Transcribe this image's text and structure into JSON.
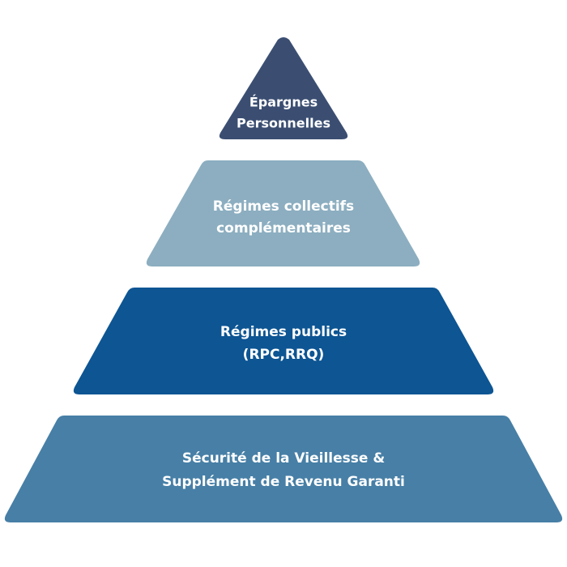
{
  "pyramid": {
    "tiers": [
      {
        "line1": "Épargnes",
        "line2": "Personnelles",
        "color": "#3b4e72"
      },
      {
        "line1": "Régimes collectifs",
        "line2": "complémentaires",
        "color": "#8caec0"
      },
      {
        "line1": "Régimes publics",
        "line2": "(RPC,RRQ)",
        "color": "#0d5593"
      },
      {
        "line1": "Sécurité de la Vieillesse &",
        "line2": "Supplément de Revenu Garanti",
        "color": "#477fa6"
      }
    ]
  }
}
